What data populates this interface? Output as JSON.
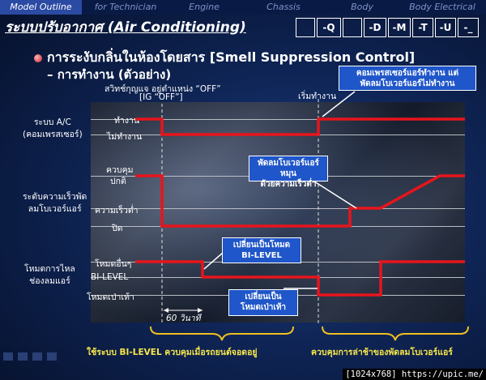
{
  "nav": {
    "tabs": [
      "Model Outline",
      "for Technician",
      "Engine",
      "Chassis",
      "Body",
      "Body Electrical"
    ],
    "active": 0
  },
  "title": "ระบบปรับอากาศ (Air Conditioning)",
  "codes": [
    "",
    "-Q",
    "",
    "-D",
    "-M",
    "-T",
    "-U",
    "-_"
  ],
  "heading": "การระงับกลิ่นในห้องโดยสาร [Smell Suppression Control]",
  "subheading": "– การทำงาน (ตัวอย่าง)",
  "notes": {
    "ignition_line1": "สวิทช์กุญแจ อยู่ตำแหน่ง “OFF”",
    "ignition_line2": "[IG “OFF”]",
    "start_operation": "เริ่มทำงาน"
  },
  "groups": {
    "ac": [
      "ระบบ A/C",
      "(คอมเพรสเซอร์)"
    ],
    "fan": [
      "ระดับความเร็วพัด",
      "ลมโบเวอร์แอร์"
    ],
    "vent": [
      "โหมดการไหล",
      "ช่องลมแอร์"
    ]
  },
  "levels": {
    "ac_on": "ทำงาน",
    "ac_off": "ไม่ทำงาน",
    "fan_auto_1": "ควบคุม",
    "fan_auto_2": "ปกติ",
    "fan_low": "ความเร็วต่ำ",
    "fan_off": "ปิด",
    "vent_other": "โหมดอื่นๆ",
    "vent_bilevel": "BI-LEVEL",
    "vent_foot": "โหมดเป่าเท้า"
  },
  "callouts": {
    "compressor": [
      "คอมเพรสเซอร์แอร์ทำงาน แต่",
      "พัดลมโบเวอร์แอร์ไม่ทำงาน"
    ],
    "blower_low": [
      "พัดลมโบเวอร์แอร์หมุน",
      "ด้วยความเร็วต่ำ"
    ],
    "bilevel": [
      "เปลี่ยนเป็นโหมด",
      "BI-LEVEL"
    ],
    "foot": [
      "เปลี่ยนเป็น",
      "โหมดเป่าเท้า"
    ]
  },
  "timer": "60 วินาที",
  "footer": {
    "left_prefix": "ใช้ระบบ ",
    "left_bold": "BI-LEVEL",
    "left_suffix": " ควบคุมเมื่อรถยนต์จอดอยู่",
    "right": "ควบคุมการล่าช้าของพัดลมโบเวอร์แอร์"
  },
  "watermark": "[1024x768] https://upic.me/",
  "colors": {
    "signal": "#e8141c",
    "callout": "#1f56c9",
    "footer": "#f5e64b",
    "brace": "#f0c020"
  }
}
